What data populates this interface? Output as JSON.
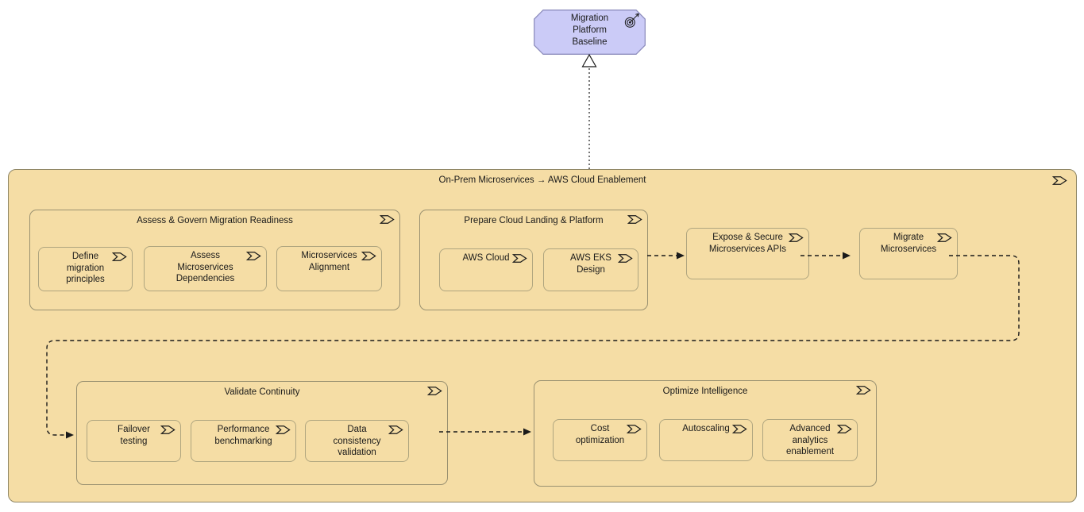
{
  "colors": {
    "canvas_bg": "#ffffff",
    "element_fill": "#F5DDA5",
    "container_border": "#8F8665",
    "group_border": "#9A9171",
    "node_border": "#AFA57F",
    "goal_fill": "#CBCBF7",
    "goal_border": "#8F8FBE",
    "connector": "#1a1a1a",
    "text": "#1a1a1a"
  },
  "goal": {
    "label": "Migration\nPlatform\nBaseline",
    "icon": "goal-target-icon"
  },
  "container": {
    "title": "On-Prem Microservices → AWS Cloud Enablement",
    "icon": "process-icon"
  },
  "groups": [
    {
      "title": "Assess & Govern Migration Readiness",
      "children": [
        "Define\nmigration\nprinciples",
        "Assess\nMicroservices\nDependencies",
        "Microservices\nAlignment"
      ]
    },
    {
      "title": "Prepare Cloud Landing & Platform",
      "children": [
        "AWS Cloud",
        "AWS EKS\nDesign"
      ]
    },
    {
      "title": "Validate Continuity",
      "children": [
        "Failover\ntesting",
        "Performance\nbenchmarking",
        "Data\nconsistency\nvalidation"
      ]
    },
    {
      "title": "Optimize Intelligence",
      "children": [
        "Cost\noptimization",
        "Autoscaling",
        "Advanced\nanalytics\nenablement"
      ]
    }
  ],
  "processes": [
    "Expose & Secure\nMicroservices APIs",
    "Migrate\nMicroservices"
  ],
  "relationships": [
    {
      "type": "realization",
      "from": "On-Prem Microservices → AWS Cloud Enablement",
      "to": "Migration Platform Baseline"
    },
    {
      "type": "flow",
      "from": "Prepare Cloud Landing & Platform",
      "to": "Expose & Secure Microservices APIs"
    },
    {
      "type": "flow",
      "from": "Expose & Secure Microservices APIs",
      "to": "Migrate Microservices"
    },
    {
      "type": "flow",
      "from": "Migrate Microservices",
      "to": "Validate Continuity"
    },
    {
      "type": "flow",
      "from": "Validate Continuity",
      "to": "Optimize Intelligence"
    }
  ]
}
